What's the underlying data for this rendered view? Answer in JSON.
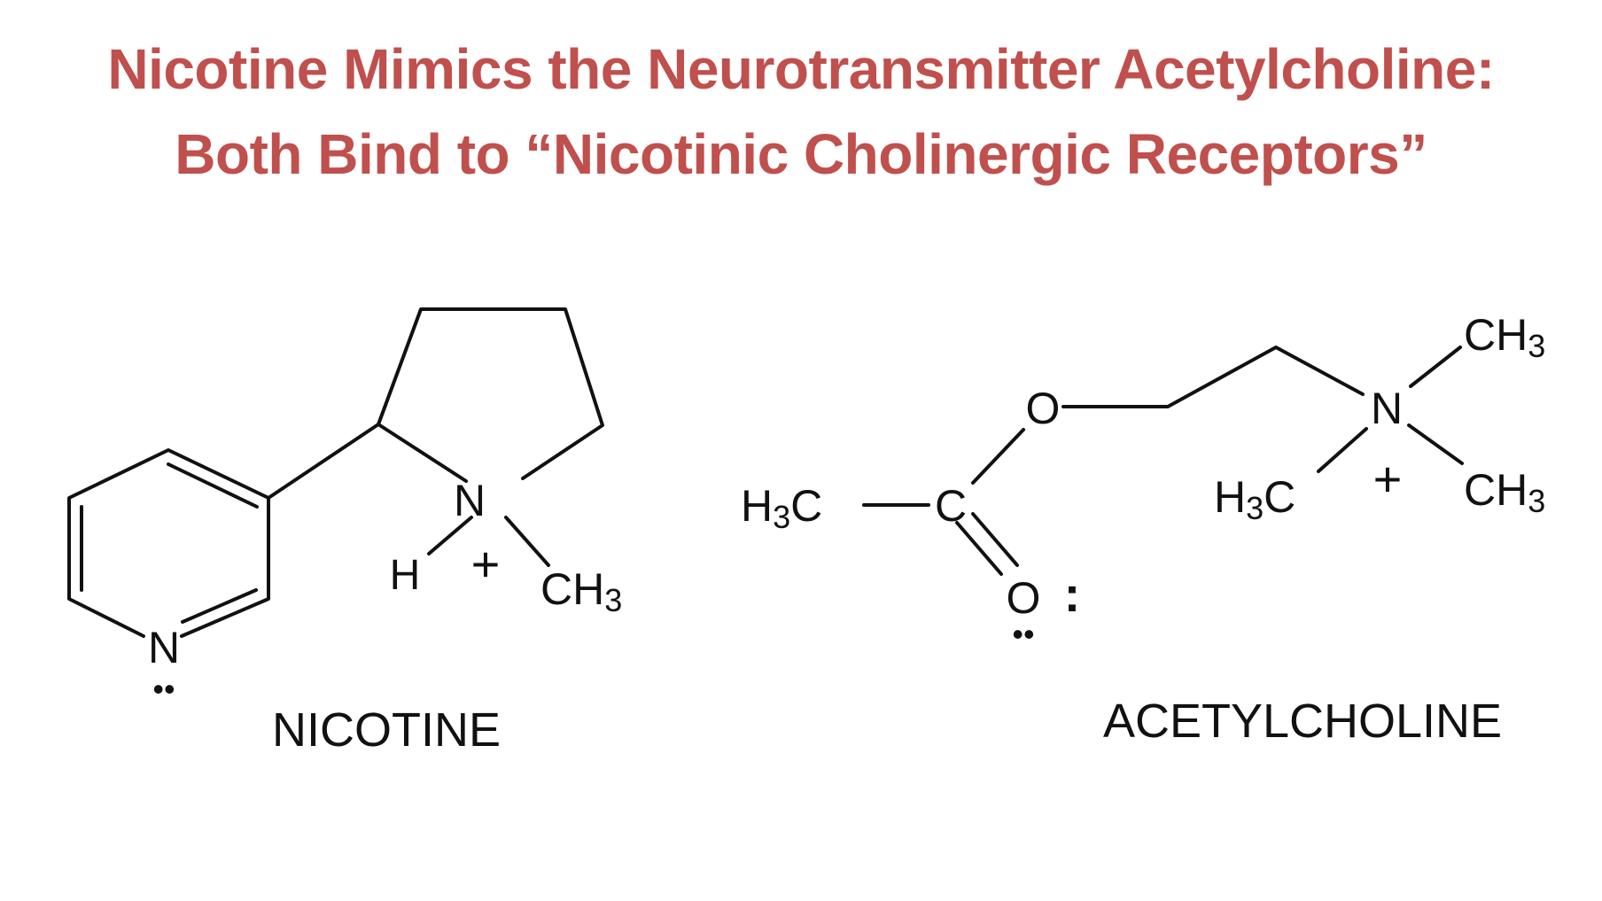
{
  "slide": {
    "title_line1": "Nicotine Mimics the Neurotransmitter Acetylcholine:",
    "title_line2": "Both Bind to “Nicotinic Cholinergic Receptors”",
    "title_color": "#c0504d"
  },
  "nicotine": {
    "name": "NICOTINE",
    "atoms": {
      "n_pyrrolidine": "N",
      "h": "H",
      "charge": "+",
      "methyl": "CH",
      "methyl_sub": "3",
      "n_pyridine": "N",
      "lone_pair": "••"
    }
  },
  "acetylcholine": {
    "name": "ACETYLCHOLINE",
    "atoms": {
      "h3c_main": "H",
      "h3c_main_sub": "3",
      "h3c_main_c": "C",
      "carbonyl_c": "C",
      "ester_o": "O",
      "carbonyl_o": "O",
      "lone_pair_right": ":",
      "lone_pair_bottom": "••",
      "n": "N",
      "charge": "+",
      "ch3_top": "CH",
      "ch3_top_sub": "3",
      "ch3_right": "CH",
      "ch3_right_sub": "3",
      "h3c_left": "H",
      "h3c_left_sub": "3",
      "h3c_left_c": "C"
    }
  }
}
